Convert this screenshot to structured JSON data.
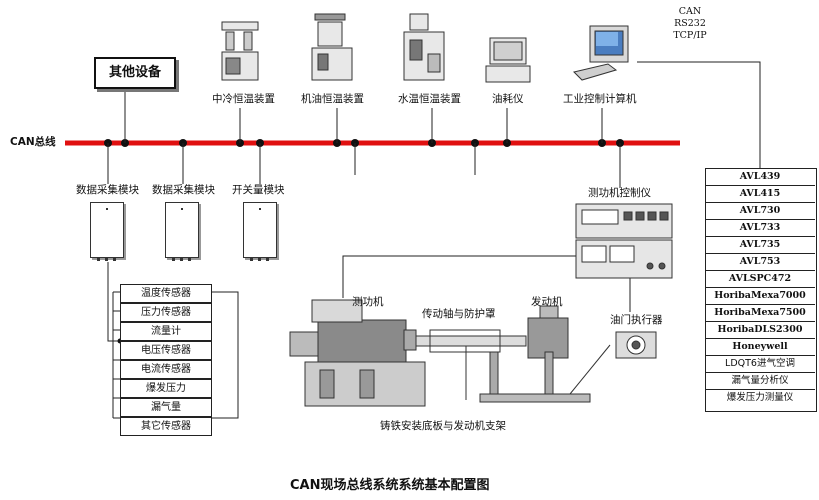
{
  "bus": {
    "label": "CAN总线",
    "color": "#e01010"
  },
  "other_equipment": "其他设备",
  "top_devices": [
    {
      "id": "intercooler",
      "label": "中冷恒温装置"
    },
    {
      "id": "oil-temp",
      "label": "机油恒温装置"
    },
    {
      "id": "water-temp",
      "label": "水温恒温装置"
    },
    {
      "id": "fuel-meter",
      "label": "油耗仪"
    },
    {
      "id": "ipc",
      "label": "工业控制计算机"
    }
  ],
  "protocols": [
    "CAN",
    "RS232",
    "TCP/IP"
  ],
  "modules": [
    {
      "id": "daq-1",
      "label": "数据采集模块"
    },
    {
      "id": "daq-2",
      "label": "数据采集模块"
    },
    {
      "id": "switch",
      "label": "开关量模块"
    }
  ],
  "sensors": [
    "温度传感器",
    "压力传感器",
    "流量计",
    "电压传感器",
    "电流传感器",
    "爆发压力",
    "漏气量",
    "其它传感器"
  ],
  "dyno_controller": "测功机控制仪",
  "test_bed": {
    "dynamometer": "测功机",
    "shaft_guard": "传动轴与防护罩",
    "engine": "发动机",
    "throttle_actuator": "油门执行器",
    "base": "铸铁安装底板与发动机支架"
  },
  "instruments": [
    "AVL439",
    "AVL415",
    "AVL730",
    "AVL733",
    "AVL735",
    "AVL753",
    "AVLSPC472",
    "HoribaMexa7000",
    "HoribaMexa7500",
    "HoribaDLS2300",
    "Honeywell",
    "LDQT6进气空调",
    "漏气量分析仪",
    "爆发压力测量仪"
  ],
  "caption": "CAN现场总线系统系统基本配置图"
}
